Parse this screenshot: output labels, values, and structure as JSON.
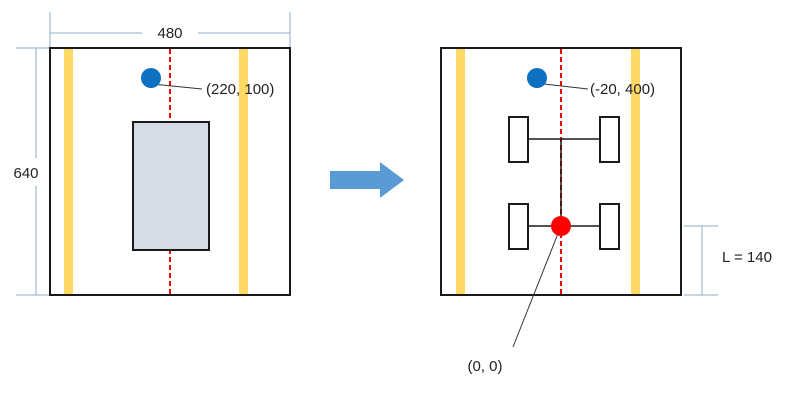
{
  "colors": {
    "frame": "#1a1a1a",
    "lane_line": "#ffd966",
    "center_line": "#ff0000",
    "dim_line": "#8eaecf",
    "point_blue": "#0e70c0",
    "point_red": "#ff0000",
    "box_fill": "#d6dce4",
    "arrow": "#5b9bd5"
  },
  "left_panel": {
    "width_label": "480",
    "height_label": "640",
    "point_label": "(220, 100)"
  },
  "right_panel": {
    "point_label": "(-20, 400)",
    "origin_label": "(0, 0)",
    "length_label": "L = 140"
  },
  "icons": {
    "transform_arrow": "right-arrow-icon",
    "vehicle": "vehicle-chassis-icon"
  }
}
